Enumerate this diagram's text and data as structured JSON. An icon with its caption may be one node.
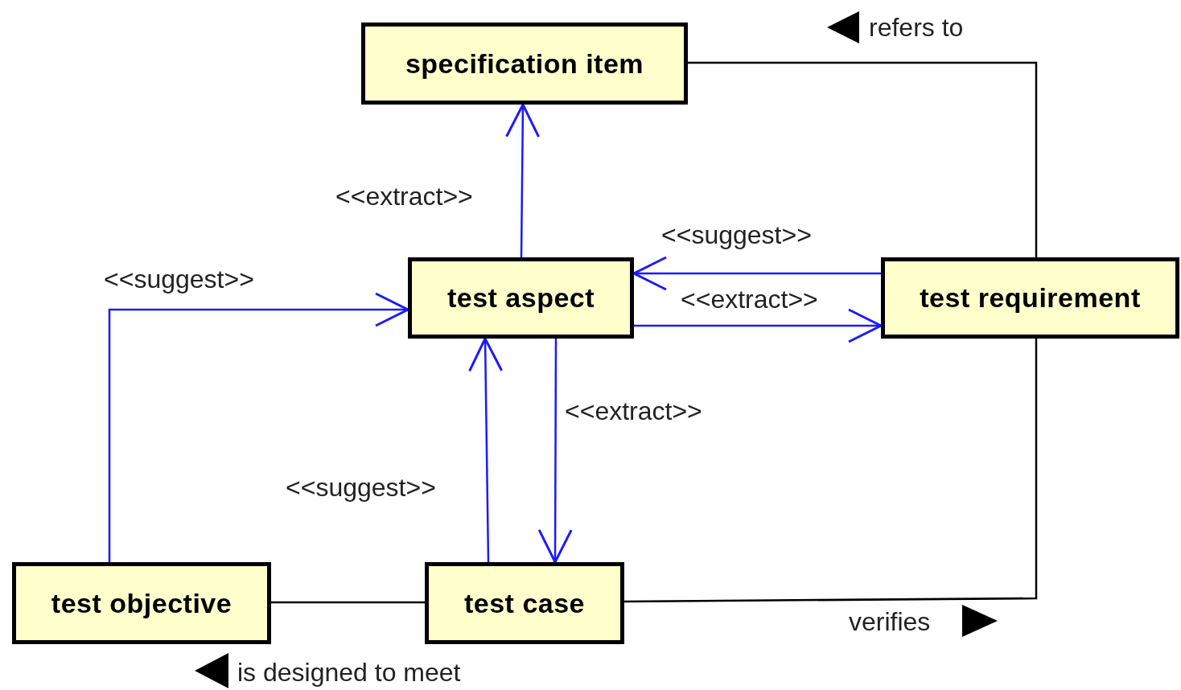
{
  "diagram": {
    "nodes": [
      {
        "text": [
          "specification item"
        ]
      },
      {
        "text": [
          "test aspect"
        ]
      },
      {
        "text": [
          "test requirement"
        ]
      },
      {
        "text": [
          "test objective"
        ]
      },
      {
        "text": [
          "test case"
        ]
      }
    ],
    "edges": [
      {
        "from": 1,
        "to": 0,
        "arrow": "to",
        "label": "<<extract>>"
      },
      {
        "from": 2,
        "to": 1,
        "arrow": "to",
        "label": "<<suggest>>"
      },
      {
        "from": 1,
        "to": 2,
        "arrow": "to",
        "label": "<<extract>>"
      },
      {
        "from": 3,
        "to": 1,
        "arrow": "to",
        "label": "<<suggest>>"
      },
      {
        "from": 4,
        "to": 1,
        "arrow": "to",
        "label": "<<suggest>>"
      },
      {
        "from": 1,
        "to": 4,
        "arrow": "to",
        "label": "<<extract>>"
      },
      {
        "from": 0,
        "to": 2,
        "arrow": "none",
        "label": "refers to",
        "color": "#000000"
      },
      {
        "from": 4,
        "to": 2,
        "arrow": "none",
        "label": "verifies",
        "color": "#000000"
      },
      {
        "from": 3,
        "to": 4,
        "arrow": "none",
        "label": "is designed to meet",
        "color": "#000000"
      }
    ]
  }
}
